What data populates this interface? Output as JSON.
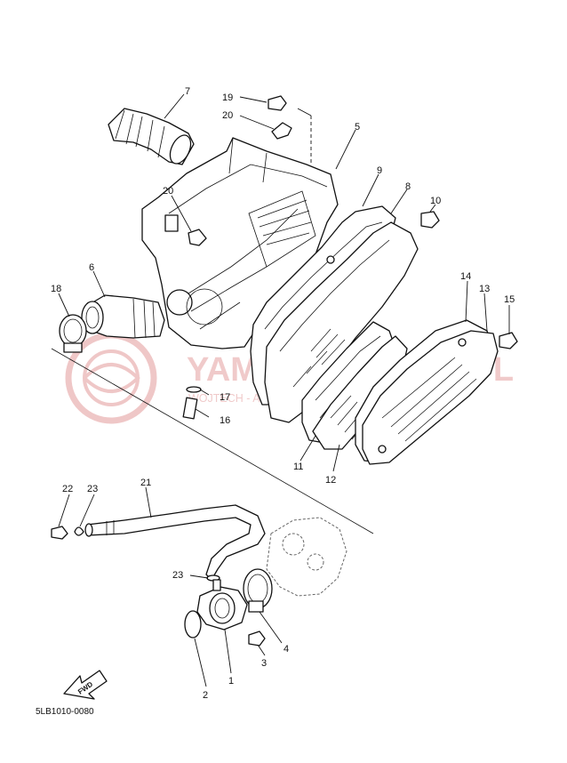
{
  "diagram_code": "5LB1010-0080",
  "fwd_arrow": "FWD",
  "watermark": {
    "title": "YAMAHA PARTS .PL",
    "subtitle": "WOJTECH - AUTORYZOWANY DEALER YAMAHA"
  },
  "callouts": [
    {
      "id": "c1",
      "label": "1"
    },
    {
      "id": "c2",
      "label": "2"
    },
    {
      "id": "c3",
      "label": "3"
    },
    {
      "id": "c4",
      "label": "4"
    },
    {
      "id": "c5",
      "label": "5"
    },
    {
      "id": "c6",
      "label": "6"
    },
    {
      "id": "c7",
      "label": "7"
    },
    {
      "id": "c8",
      "label": "8"
    },
    {
      "id": "c9",
      "label": "9"
    },
    {
      "id": "c10",
      "label": "10"
    },
    {
      "id": "c11",
      "label": "11"
    },
    {
      "id": "c12",
      "label": "12"
    },
    {
      "id": "c13",
      "label": "13"
    },
    {
      "id": "c14",
      "label": "14"
    },
    {
      "id": "c15",
      "label": "15"
    },
    {
      "id": "c16",
      "label": "16"
    },
    {
      "id": "c17",
      "label": "17"
    },
    {
      "id": "c18",
      "label": "18"
    },
    {
      "id": "c19",
      "label": "19"
    },
    {
      "id": "c20a",
      "label": "20"
    },
    {
      "id": "c20b",
      "label": "20"
    },
    {
      "id": "c21",
      "label": "21"
    },
    {
      "id": "c22",
      "label": "22"
    },
    {
      "id": "c23a",
      "label": "23"
    },
    {
      "id": "c23b",
      "label": "23"
    }
  ]
}
